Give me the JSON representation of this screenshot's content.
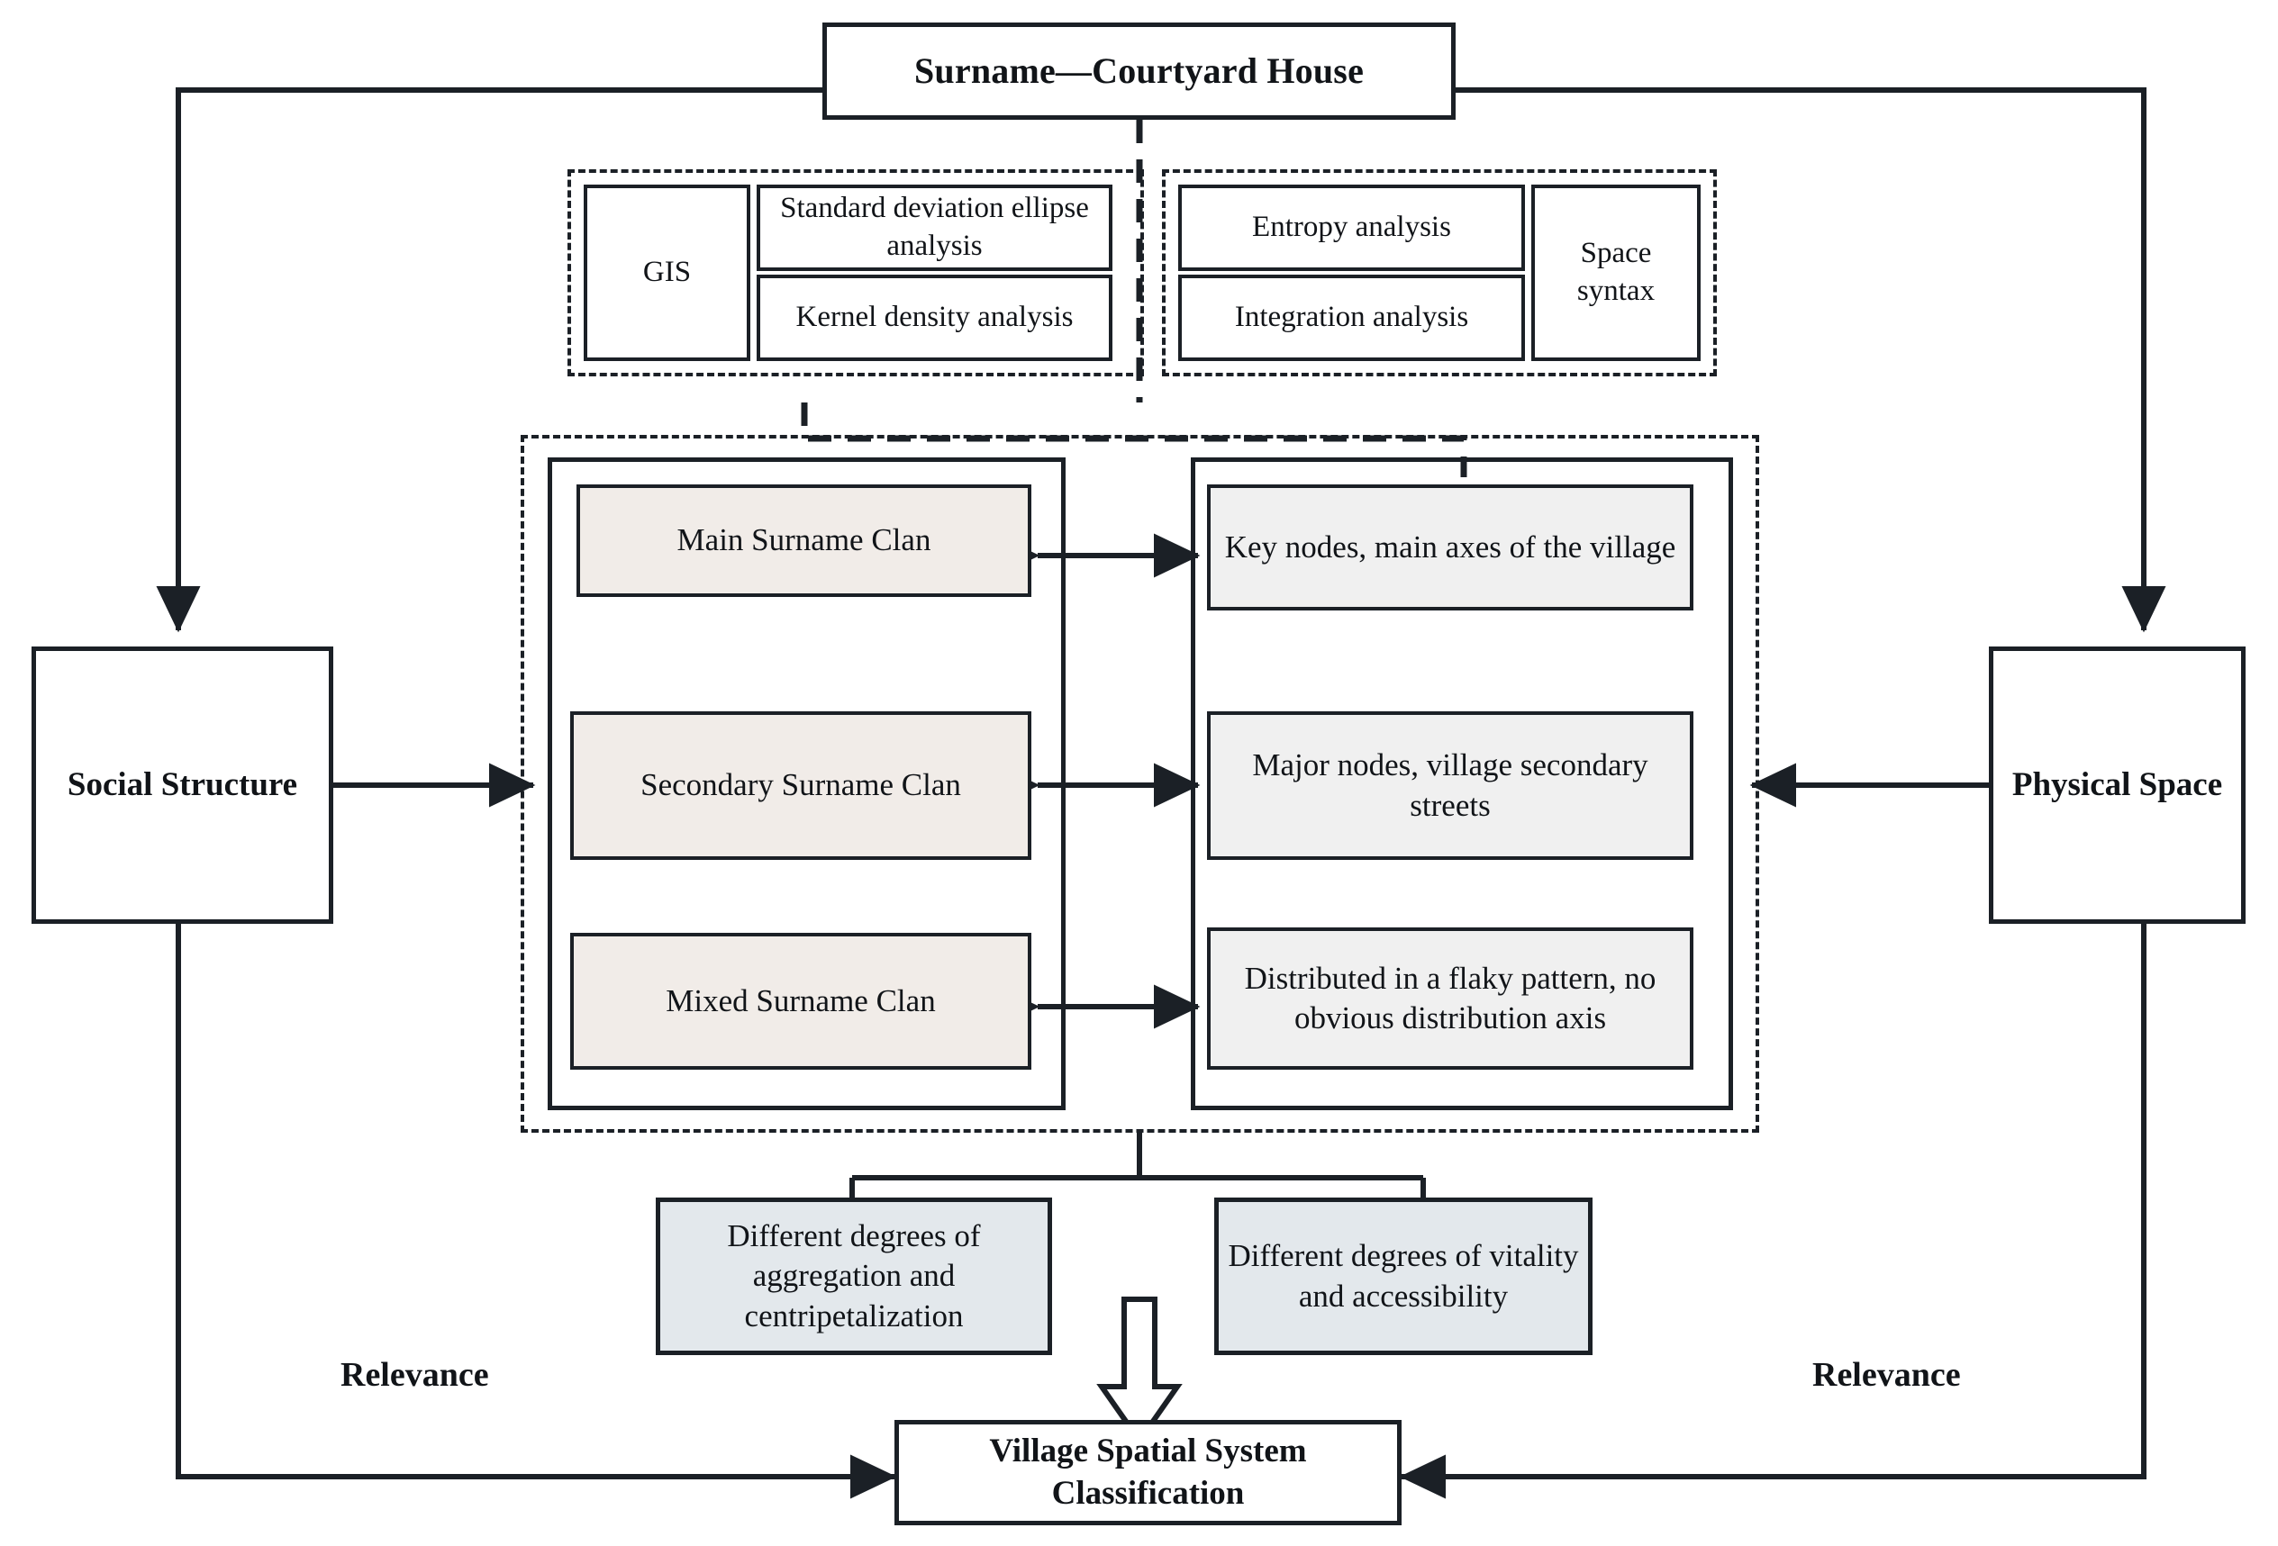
{
  "diagram": {
    "title": "Surname—Courtyard House",
    "relevance_left": "Relevance",
    "relevance_right": "Relevance",
    "social_structure": "Social Structure",
    "physical_space": "Physical Space",
    "result": "Village Spatial System Classification"
  },
  "methods": {
    "left_group": {
      "tool": "GIS",
      "items": [
        "Standard deviation ellipse analysis",
        "Kernel density analysis"
      ]
    },
    "right_group": {
      "tool": "Space syntax",
      "items": [
        "Entropy analysis",
        "Integration analysis"
      ]
    }
  },
  "social": {
    "items": [
      "Main Surname Clan",
      "Secondary Surname Clan",
      "Mixed Surname Clan"
    ]
  },
  "spatial": {
    "items": [
      "Key nodes, main axes of the village",
      "Major nodes, village secondary streets",
      "Distributed in a flaky pattern, no obvious distribution axis"
    ]
  },
  "outcomes": {
    "items": [
      "Different degrees of aggregation and centripetalization",
      "Different degrees of vitality and accessibility"
    ]
  },
  "colors": {
    "stroke": "#1b2026",
    "clan_fill": "#f1ece8",
    "space_fill": "#f0f0f0",
    "outcome_fill": "#e3e8ec",
    "background": "#ffffff"
  }
}
